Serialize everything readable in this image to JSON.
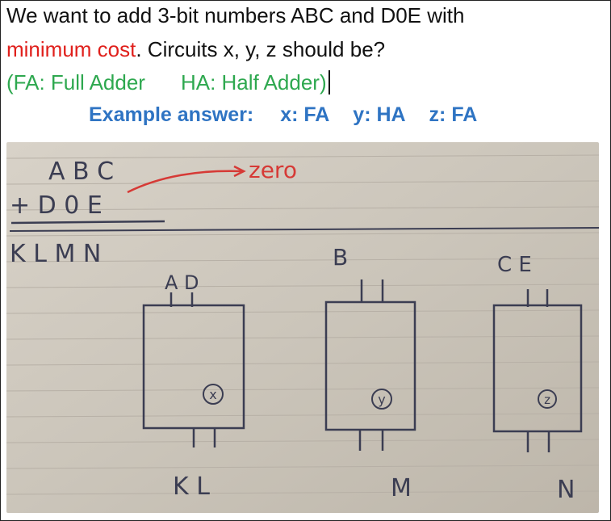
{
  "question": {
    "line1": "We want to add 3-bit numbers ABC and D0E with",
    "line2_red": "minimum cost",
    "line2_rest": ". Circuits x, y, z should be?",
    "line3_part1": "(FA: Full Adder",
    "line3_part2": "HA: Half Adder)"
  },
  "example": {
    "label": "Example answer:",
    "x": "x: FA",
    "y": "y: HA",
    "z": "z: FA"
  },
  "photo": {
    "addend_top": "A B C",
    "addend_bottom": "+ D 0 E",
    "zero_note": "zero",
    "sum": "K L M N",
    "box_x_inputs": "A D",
    "box_x_label": "x",
    "box_x_outputs": "K L",
    "box_y_inputs": "B",
    "box_y_label": "y",
    "box_y_outputs": "M",
    "box_z_inputs": "C E",
    "box_z_label": "z",
    "box_z_outputs": "N",
    "colors": {
      "ink": "#3b3d52",
      "arrow": "#d63a36",
      "paper": "#cfc8bc"
    }
  }
}
